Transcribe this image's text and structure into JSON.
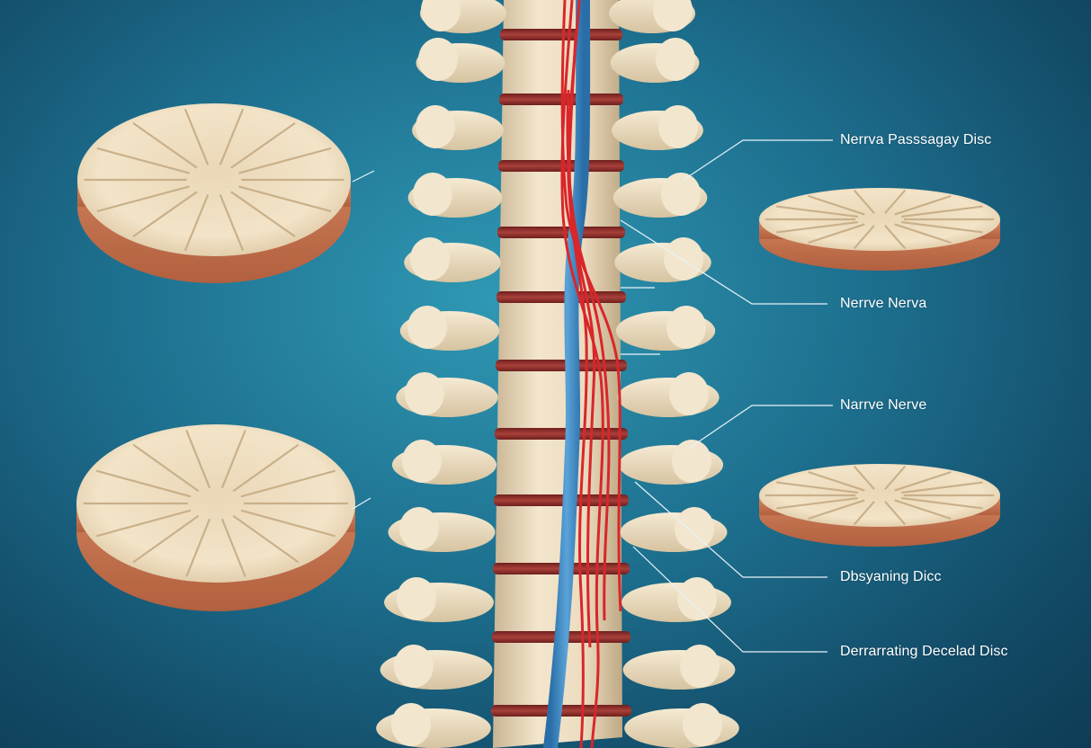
{
  "diagram": {
    "labels": [
      "Nerrva Passsagay Disc",
      "Nerrve Nerva",
      "Narrve Nerve",
      "Dbsyaning Dicc",
      "Derrarrating Decelad Disc"
    ]
  },
  "colors": {
    "background": "#1d6f8e",
    "bone": "#ecdcc0",
    "disc_band": "#8e2c2a",
    "nerve": "#d9262b",
    "spinal_cord": "#3b86c4",
    "disc_rim": "#c9774f"
  }
}
